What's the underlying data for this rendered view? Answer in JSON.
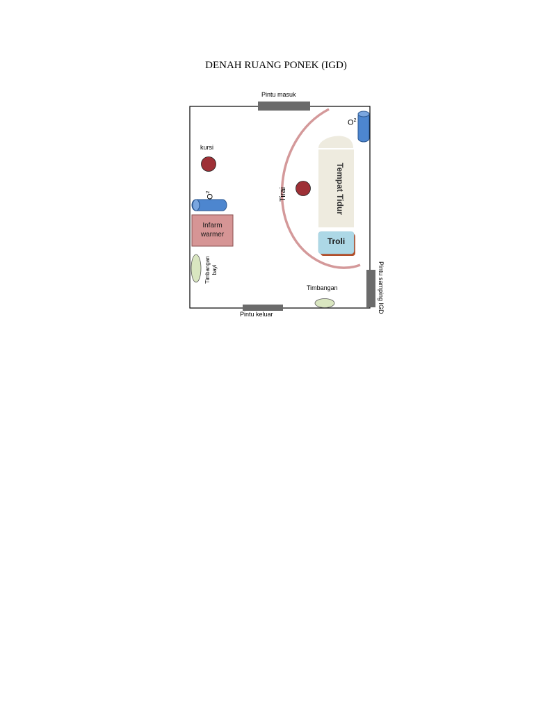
{
  "title": "DENAH RUANG PONEK (IGD)",
  "labels": {
    "pintu_masuk": "Pintu masuk",
    "pintu_keluar": "Pintu keluar",
    "pintu_samping": "Pintu samping IGD",
    "kursi": "kursi",
    "o2_right": "O",
    "o2_left": "O",
    "o2_sup": "2",
    "infarm_line1": "Infarm",
    "infarm_line2": "warmer",
    "timbangan_bayi_line1": "Timbangan",
    "timbangan_bayi_line2": "bayi",
    "timbangan": "Timbangan",
    "tirai": "Tirai",
    "tempat_tidur": "Tempat Tidur",
    "troli": "Troli"
  },
  "colors": {
    "wall": "#000000",
    "door": "#6b6b6b",
    "curtain": "#d4999a",
    "chair": "#9e3036",
    "oxygen": "#4d86cf",
    "warmer": "#d69595",
    "scale": "#d9e6c0",
    "bed": "#eeebdf",
    "trolley": "#add8e6"
  }
}
